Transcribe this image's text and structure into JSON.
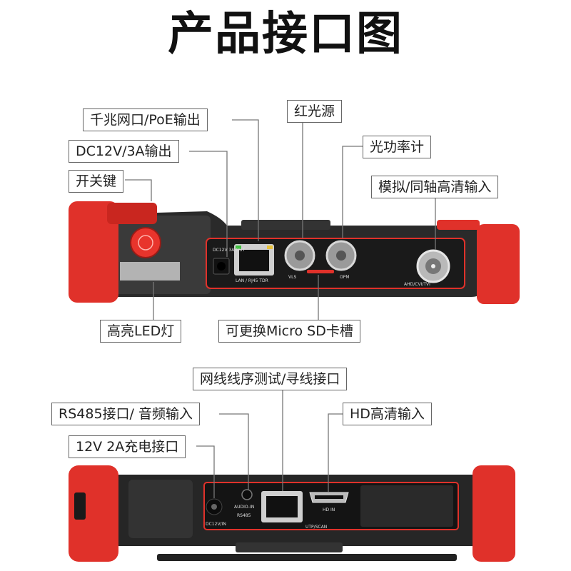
{
  "title": "产品接口图",
  "top_view": {
    "labels": {
      "lan_poe": "千兆网口/PoE输出",
      "dc_out": "DC12V/3A输出",
      "power_key": "开关键",
      "red_light": "红光源",
      "power_meter": "光功率计",
      "analog_coax": "模拟/同轴高清输入",
      "led": "高亮LED灯",
      "sd_slot": "可更换Micro SD卡槽"
    },
    "port_prints": {
      "dc": "DC12V 3A/OUT",
      "lan": "LAN / RJ45 TDR",
      "vls": "VLS",
      "opm": "OPM",
      "bnc": "AHD/CVI/TVI"
    }
  },
  "bottom_view": {
    "labels": {
      "cable_test": "网线线序测试/寻线接口",
      "rs485_audio": "RS485接口/ 音频输入",
      "hd_input": "HD高清输入",
      "charge": "12V 2A充电接口"
    },
    "port_prints": {
      "dc_in": "DC12V/IN",
      "audio": "AUDIO-IN",
      "rs485": "RS485",
      "utp": "UTP/SCAN",
      "hdin": "HD IN"
    }
  },
  "colors": {
    "accent_red": "#e0312a",
    "body_dark": "#262626",
    "panel": "#1a1a1a"
  }
}
